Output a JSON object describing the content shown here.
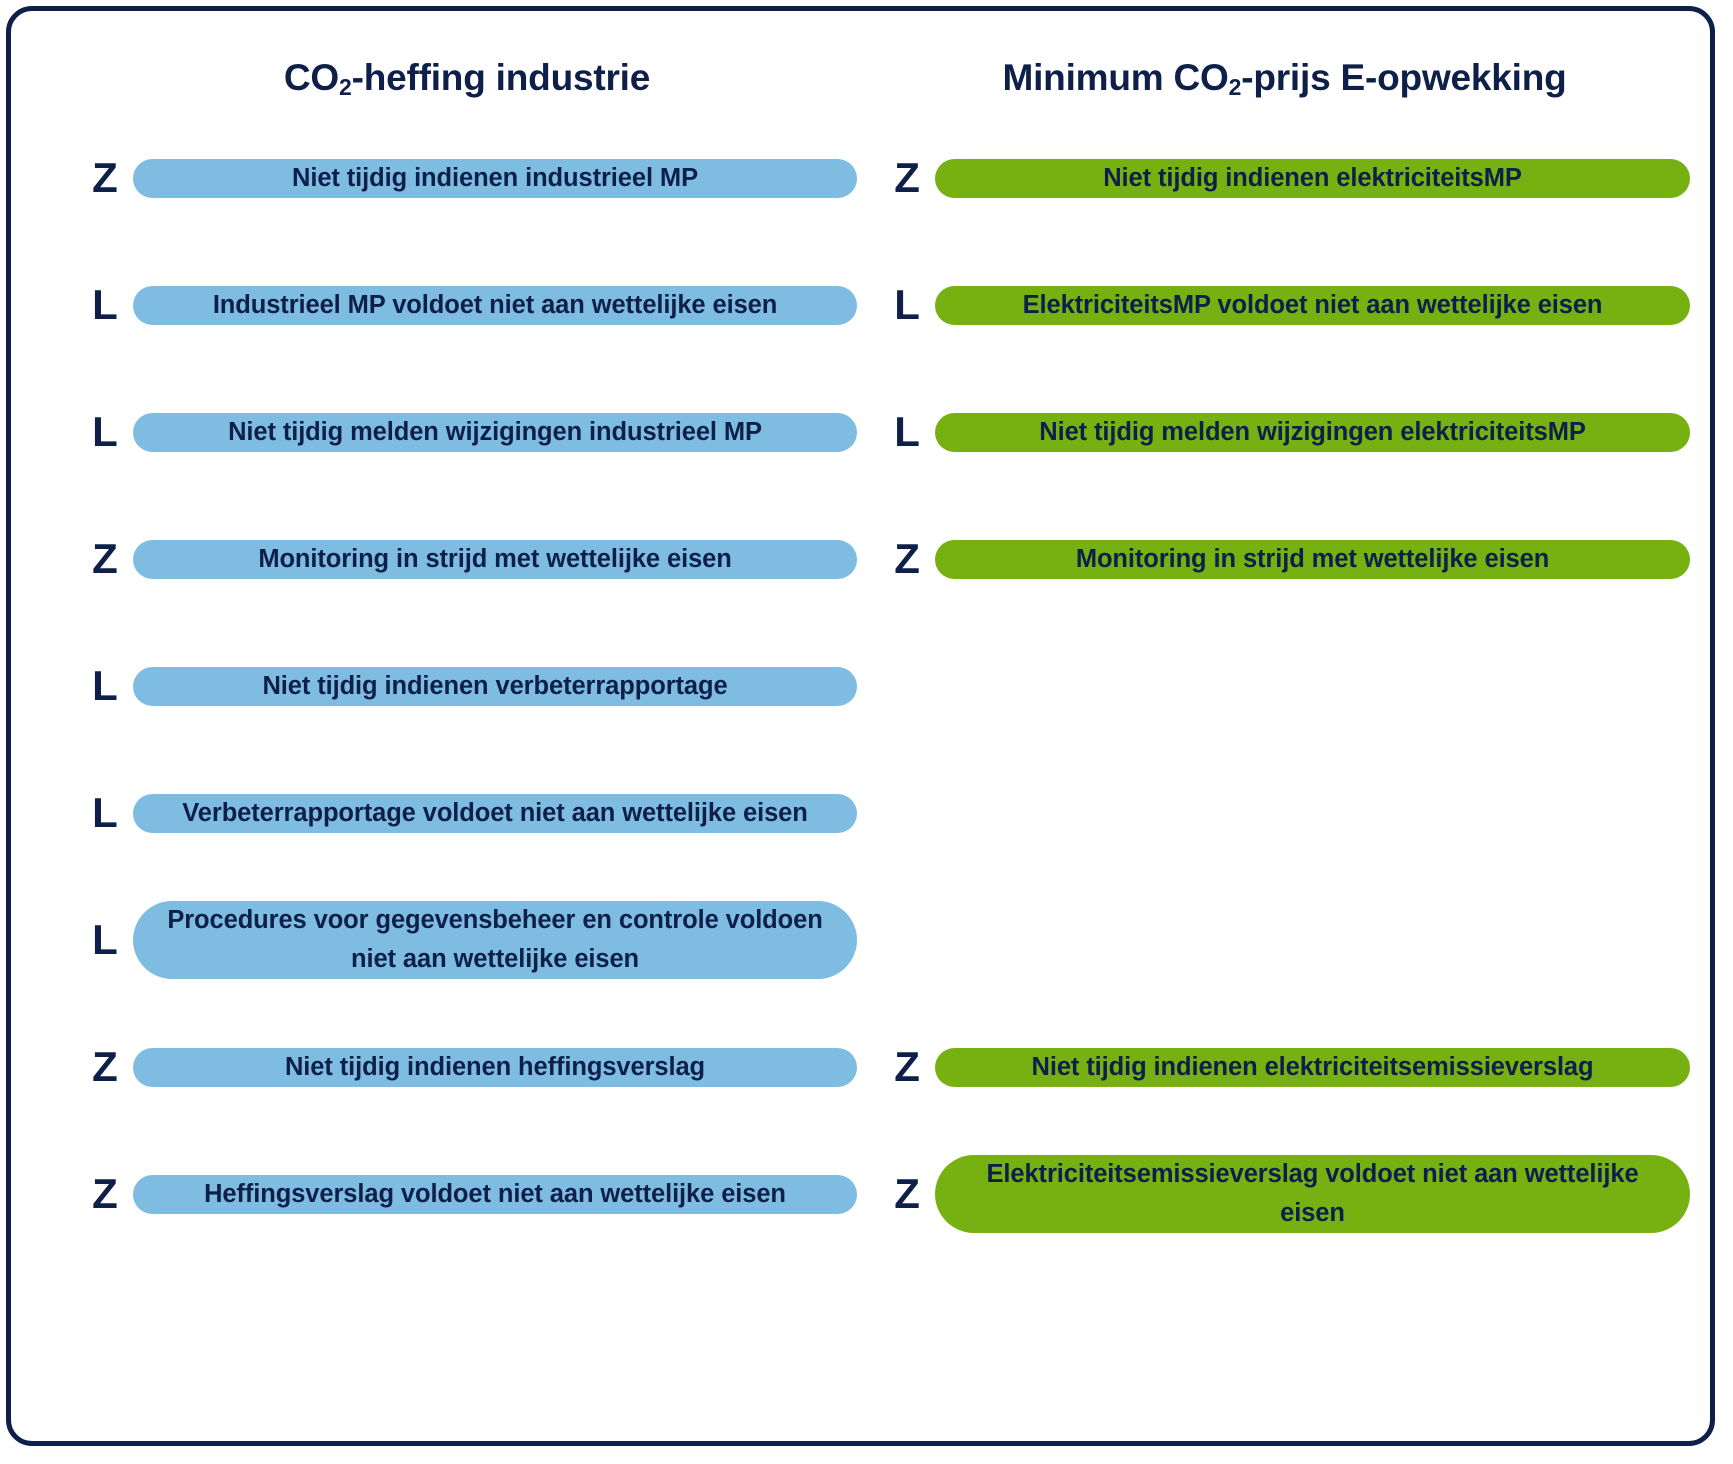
{
  "diagram": {
    "border_color": "#0e2049",
    "text_color": "#0e2049",
    "columns": [
      {
        "id": "co2-heffing-industrie",
        "title_prefix": "CO",
        "title_sub": "2",
        "title_suffix": "-heffing industrie",
        "title_plain": "CO2-heffing industrie",
        "pill_color": "#7fbce2",
        "items": [
          {
            "marker": "Z",
            "label": "Niet tijdig indienen industrieel MP",
            "lines": 1
          },
          {
            "marker": "L",
            "label": "Industrieel MP voldoet niet aan wettelijke eisen",
            "lines": 2
          },
          {
            "marker": "L",
            "label": "Niet tijdig melden wijzigingen industrieel MP",
            "lines": 1
          },
          {
            "marker": "Z",
            "label": "Monitoring in strijd met wettelijke eisen",
            "lines": 1
          },
          {
            "marker": "L",
            "label": "Niet tijdig indienen verbeterrapportage",
            "lines": 1
          },
          {
            "marker": "L",
            "label": "Verbeterrapportage voldoet niet aan wettelijke eisen",
            "lines": 2
          },
          {
            "marker": "L",
            "label": "Procedures voor gegevensbeheer en controle voldoen niet aan wettelijke eisen",
            "lines": 2
          },
          {
            "marker": "Z",
            "label": "Niet tijdig indienen heffingsverslag",
            "lines": 1
          },
          {
            "marker": "Z",
            "label": "Heffingsverslag voldoet niet aan wettelijke eisen",
            "lines": 2
          }
        ]
      },
      {
        "id": "minimum-co2-prijs-e-opwekking",
        "title_prefix": "Minimum CO",
        "title_sub": "2",
        "title_suffix": "-prijs E-opwekking",
        "title_plain": "Minimum CO2-prijs E-opwekking",
        "pill_color": "#76b011",
        "items": [
          {
            "marker": "Z",
            "label": "Niet tijdig indienen elektriciteitsMP",
            "lines": 1
          },
          {
            "marker": "L",
            "label": "ElektriciteitsMP voldoet niet aan wettelijke eisen",
            "lines": 2
          },
          {
            "marker": "L",
            "label": "Niet tijdig melden wijzigingen elektriciteitsMP",
            "lines": 1
          },
          {
            "marker": "Z",
            "label": "Monitoring in strijd met wettelijke eisen",
            "lines": 1
          },
          {
            "marker": "",
            "label": "",
            "lines": 1,
            "spacer": true
          },
          {
            "marker": "",
            "label": "",
            "lines": 2,
            "spacer": true
          },
          {
            "marker": "",
            "label": "",
            "lines": 2,
            "spacer": true
          },
          {
            "marker": "Z",
            "label": "Niet tijdig indienen elektriciteitsemissieverslag",
            "lines": 1
          },
          {
            "marker": "Z",
            "label": "Elektriciteitsemissieverslag voldoet niet aan wettelijke eisen",
            "lines": 2
          }
        ]
      }
    ]
  }
}
